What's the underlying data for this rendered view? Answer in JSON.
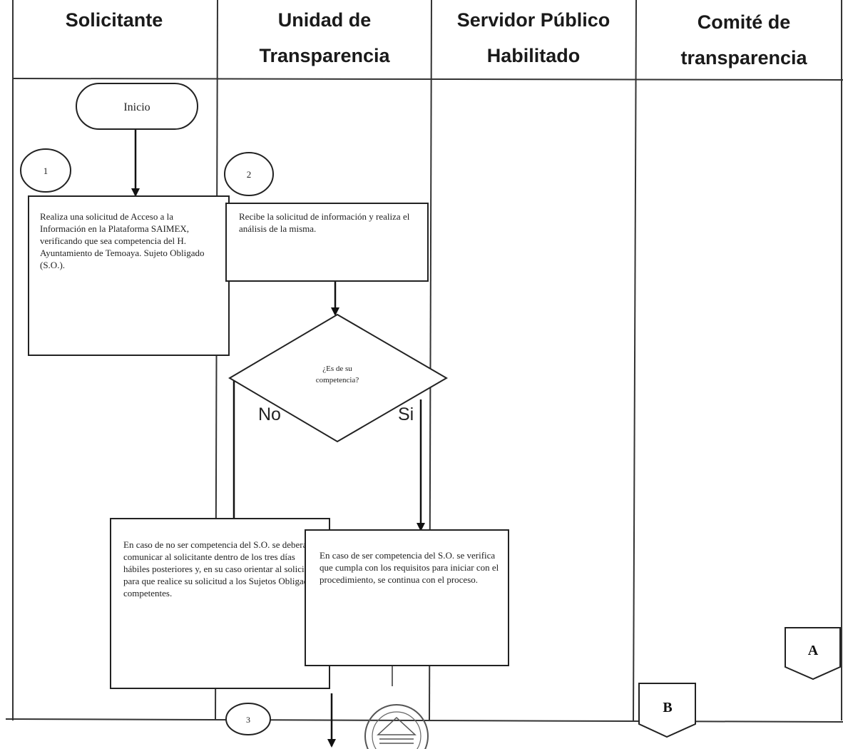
{
  "lanes": [
    {
      "line1": "Solicitante",
      "line2": ""
    },
    {
      "line1": "Unidad de",
      "line2": "Transparencia"
    },
    {
      "line1": "Servidor Público",
      "line2": "Habilitado"
    },
    {
      "line1": "Comité de",
      "line2": "transparencia"
    }
  ],
  "start": {
    "label": "Inicio"
  },
  "steps": {
    "s1": "1",
    "s2": "2",
    "s3": "3"
  },
  "boxes": {
    "request": "Realiza una solicitud de Acceso a la Información en la Plataforma SAIMEX, verificando que sea competencia del H. Ayuntamiento de Temoaya. Sujeto Obligado (S.O.).",
    "receive": "Recibe la solicitud de información y realiza el análisis de la misma.",
    "not_competent": "En caso de no ser competencia del S.O. se deberá comunicar al solicitante dentro de los tres días hábiles posteriores y, en su caso orientar al solicitante para que realice su solicitud a los Sujetos Obligados competentes.",
    "competent": "En caso de ser competencia del S.O. se verifica que cumpla con los requisitos para iniciar con el procedimiento, se continua con el proceso."
  },
  "decision": {
    "line1": "¿Es de su",
    "line2": "competencia?",
    "no": "No",
    "yes": "Si"
  },
  "connectors": {
    "a": "A",
    "b": "B"
  }
}
